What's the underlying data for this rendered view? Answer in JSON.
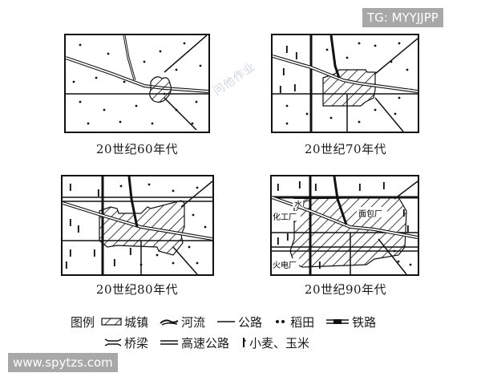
{
  "watermarks": {
    "top_right": "TG: MYYJJPP",
    "bottom_left": "www.spytzs.com",
    "center": "问他作业"
  },
  "maps": [
    {
      "caption": "20世纪60年代"
    },
    {
      "caption": "20世纪70年代"
    },
    {
      "caption": "20世纪80年代"
    },
    {
      "caption": "20世纪90年代",
      "labels": {
        "water_plant": "水厂",
        "chemical_plant": "化工厂",
        "bakery": "面包厂",
        "power_plant": "火电厂"
      }
    }
  ],
  "legend": {
    "title": "图例",
    "items": [
      {
        "icon": "hatch-icon",
        "label": "城镇"
      },
      {
        "icon": "river-icon",
        "label": "河流"
      },
      {
        "icon": "road-line-icon",
        "label": "公路"
      },
      {
        "icon": "dots-icon",
        "label": "稻田"
      },
      {
        "icon": "railway-icon",
        "label": "铁路"
      },
      {
        "icon": "bridge-icon",
        "label": "桥梁"
      },
      {
        "icon": "highway-icon",
        "label": "高速公路"
      },
      {
        "icon": "wheat-icon",
        "label": "小麦、玉米"
      }
    ]
  }
}
